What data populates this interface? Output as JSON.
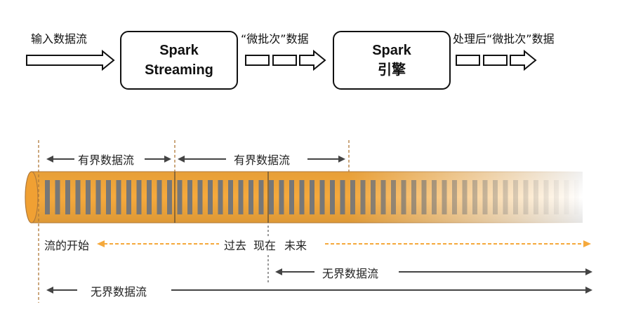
{
  "top_flow": {
    "input_label": "输入数据流",
    "box1_line1": "Spark",
    "box1_line2": "Streaming",
    "mid_label": "“微批次”数据",
    "box2_line1": "Spark",
    "box2_line2": "引擎",
    "output_label": "处理后“微批次”数据"
  },
  "stream": {
    "bounded_1": "有界数据流",
    "bounded_2": "有界数据流",
    "stream_start": "流的开始",
    "past": "过去",
    "now": "现在",
    "future": "未来",
    "unbounded_from_now": "无界数据流",
    "unbounded_all": "无界数据流"
  },
  "colors": {
    "stream_orange": "#f5a93c",
    "past_arrow": "#f5a93c",
    "guide_line": "#b07a3a"
  }
}
